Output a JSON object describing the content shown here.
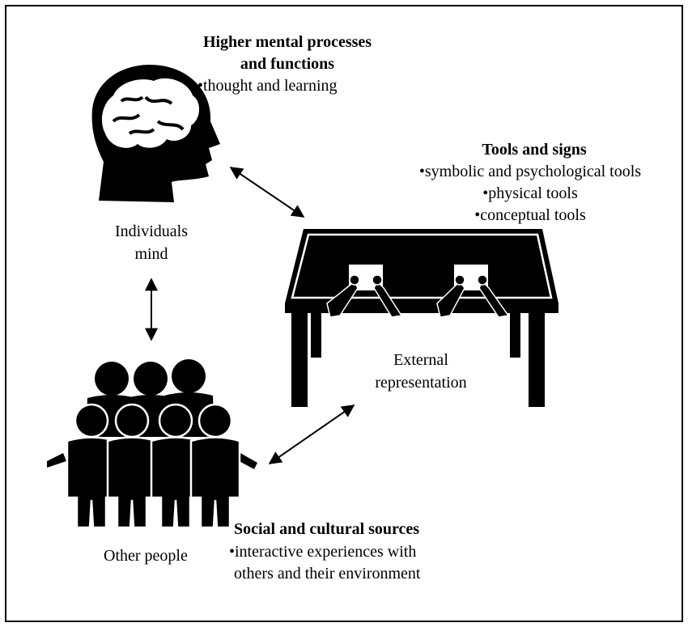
{
  "higher_mental": {
    "title_line1": "Higher mental processes",
    "title_line2": "and functions",
    "bullet": "•thought and learning"
  },
  "tools": {
    "title": "Tools and signs",
    "bullets": [
      "•symbolic and psychological tools",
      "•physical tools",
      "•conceptual tools"
    ]
  },
  "individual": {
    "line1": "Individuals",
    "line2": "mind"
  },
  "external": {
    "line1": "External",
    "line2": "representation"
  },
  "social": {
    "title": "Social and cultural sources",
    "line1": "•interactive experiences with",
    "line2": "others and their environment"
  },
  "other_people": "Other people",
  "colors": {
    "ink": "#000000",
    "background": "#ffffff"
  },
  "icons": [
    "head-brain-icon",
    "table-with-hands-icon",
    "group-of-people-icon",
    "double-arrow-icon"
  ]
}
